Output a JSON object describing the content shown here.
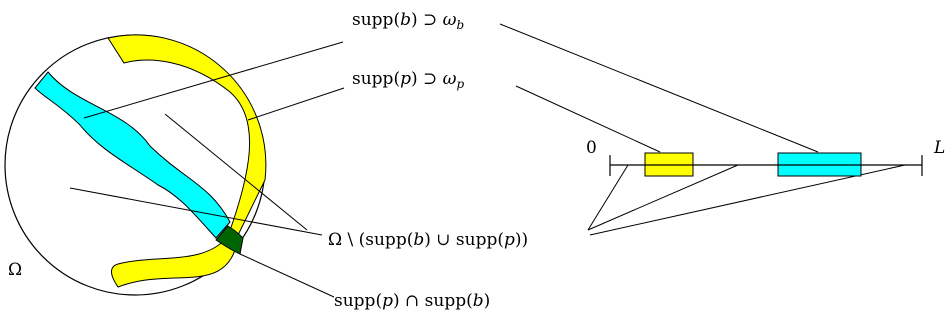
{
  "labels": {
    "omega": "Ω",
    "zero": "0",
    "L": "L",
    "supp_b": {
      "pre": "supp(",
      "var": "b",
      "post": ") ⊃ ",
      "om": "ω",
      "sub": "b"
    },
    "supp_p": {
      "pre": "supp(",
      "var": "p",
      "post": ") ⊃ ",
      "om": "ω",
      "sub": "p"
    },
    "complement": {
      "pre": "Ω \\ (supp(",
      "v1": "b",
      "mid": ") ∪ supp(",
      "v2": "p",
      "post": "))"
    },
    "intersection": {
      "pre": "supp(",
      "v1": "p",
      "mid": ") ∩ supp(",
      "v2": "b",
      "post": ")"
    }
  },
  "colors": {
    "yellow": "#ffff00",
    "cyan": "#00ffff",
    "overlap": "#006400",
    "line": "#000000"
  }
}
